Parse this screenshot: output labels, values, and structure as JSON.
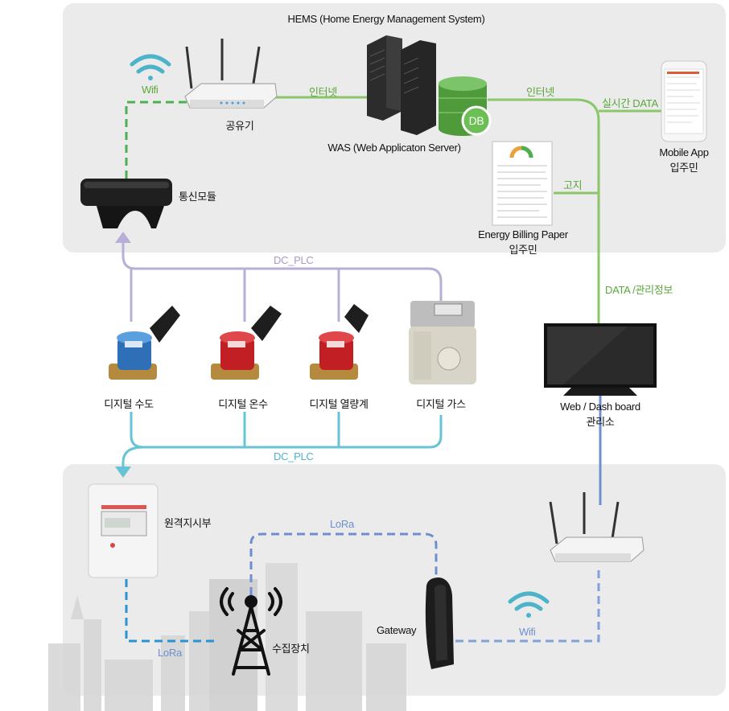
{
  "hems_title": "HEMS (Home Energy Management System)",
  "nodes": {
    "router": "공유기",
    "was": "WAS (Web Applicaton Server)",
    "db": "DB",
    "comm_module": "통신모듈",
    "mobile_app": "Mobile App",
    "mobile_app_sub": "입주민",
    "billing_paper": "Energy Billing Paper",
    "billing_paper_sub": "입주민",
    "dashboard": "Web / Dash board",
    "dashboard_sub": "관리소",
    "remote_display": "원격지시부",
    "collector": "수집장치",
    "gateway": "Gateway"
  },
  "meters": [
    "디지털 수도",
    "디지털 온수",
    "디지털 열량계",
    "디지털 가스"
  ],
  "edges": {
    "wifi_top": "Wifi",
    "internet_1": "인터넷",
    "internet_2": "인터넷",
    "realtime_data": "실시간 DATA",
    "notice": "고지",
    "data_mgmt": "DATA /관리정보",
    "dc_plc_top": "DC_PLC",
    "dc_plc_bottom": "DC_PLC",
    "lora_top": "LoRa",
    "lora_bottom": "LoRa",
    "wifi_bottom": "Wifi"
  },
  "colors": {
    "internet": "#8cc66b",
    "wifi_green": "#4caf50",
    "plc_purple": "#b9aed6",
    "plc_cyan": "#67c3d6",
    "lora_blue": "#3d8fd0",
    "wifi_blue": "#7fa2da"
  }
}
